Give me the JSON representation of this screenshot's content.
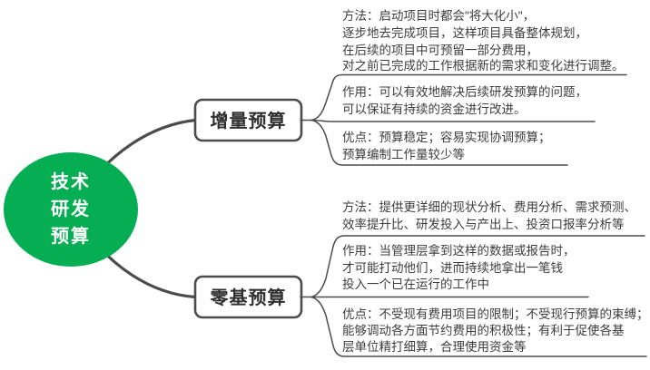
{
  "colors": {
    "accent_green": "#05ad53",
    "line": "#4c4c4c",
    "text": "#3d3d3d"
  },
  "root": {
    "lines": [
      "技术",
      "研发",
      "预算"
    ]
  },
  "branches": [
    {
      "label": "增量预算",
      "blocks": [
        {
          "title": "方法",
          "lines": [
            "方法：启动项目时都会\"将大化小\"，",
            "逐步地去完成项目，这样项目具备整体规划，",
            "在后续的项目中可预留一部分费用，",
            "对之前已完成的工作根据新的需求和变化进行调整。"
          ]
        },
        {
          "title": "作用",
          "lines": [
            "作用：可以有效地解决后续研发预算的问题，",
            "可以保证有持续的资金进行改进。"
          ]
        },
        {
          "title": "优点",
          "lines": [
            "优点：预算稳定；容易实现协调预算；",
            "预算编制工作量较少等"
          ]
        }
      ]
    },
    {
      "label": "零基预算",
      "blocks": [
        {
          "title": "方法",
          "lines": [
            "方法：提供更详细的现状分析、费用分析、需求预测、",
            "效率提升比、研发投入与产出上、投资口报率分析等"
          ]
        },
        {
          "title": "作用",
          "lines": [
            "作用：当管理层拿到这样的数据或报告时，",
            "才可能打动他们，进而持续地拿出一笔钱",
            "投入一个已在运行的工作中"
          ]
        },
        {
          "title": "优点",
          "lines": [
            "优点：不受现有费用项目的限制；不受现行预算的束缚；",
            "能够调动各方面节约费用的积极性；有利于促使各基",
            "层单位精打细算，合理使用资金等"
          ]
        }
      ]
    }
  ]
}
